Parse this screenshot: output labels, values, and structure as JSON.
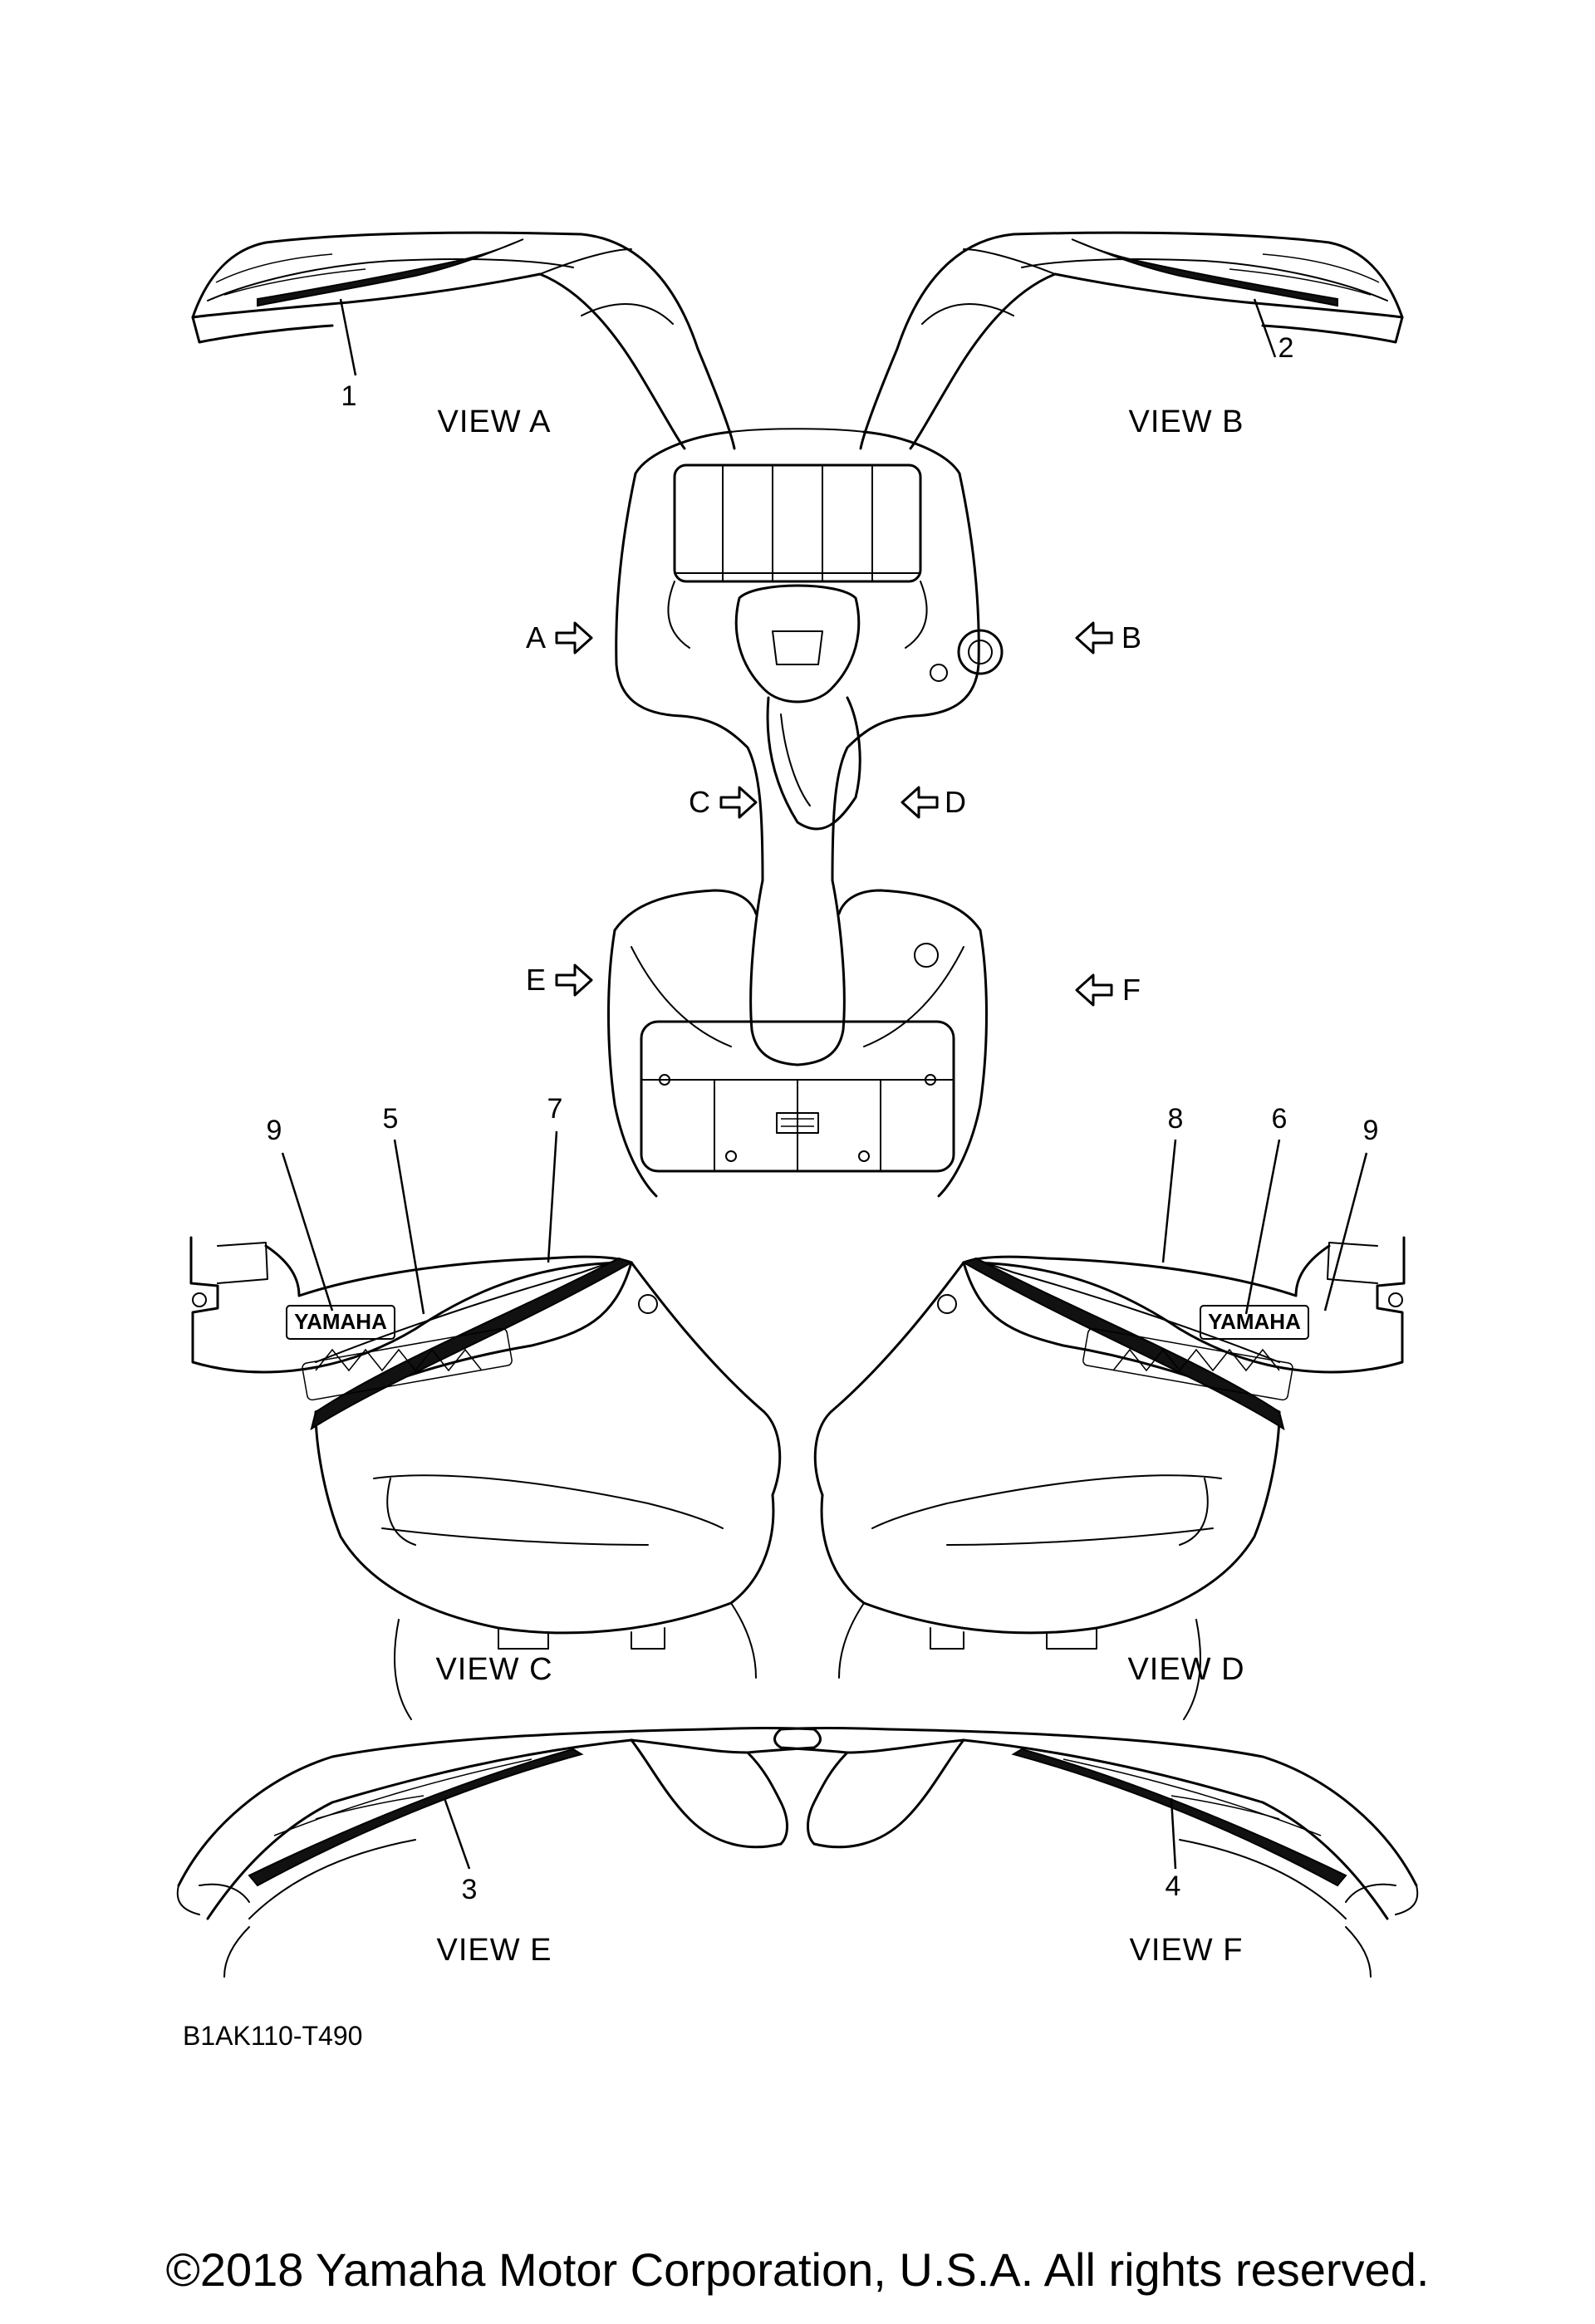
{
  "views": {
    "a": "VIEW A",
    "b": "VIEW B",
    "c": "VIEW C",
    "d": "VIEW D",
    "e": "VIEW E",
    "f": "VIEW F"
  },
  "arrows": {
    "a": "A",
    "b": "B",
    "c": "C",
    "d": "D",
    "e": "E",
    "f": "F"
  },
  "callouts": {
    "n1": "1",
    "n2": "2",
    "n3": "3",
    "n4": "4",
    "n5": "5",
    "n6": "6",
    "n7": "7",
    "n8": "8",
    "n9_left": "9",
    "n9_right": "9"
  },
  "decals": {
    "brand": "YAMAHA"
  },
  "diagram_code": "B1AK110-T490",
  "copyright": "©2018 Yamaha Motor Corporation, U.S.A. All rights reserved."
}
